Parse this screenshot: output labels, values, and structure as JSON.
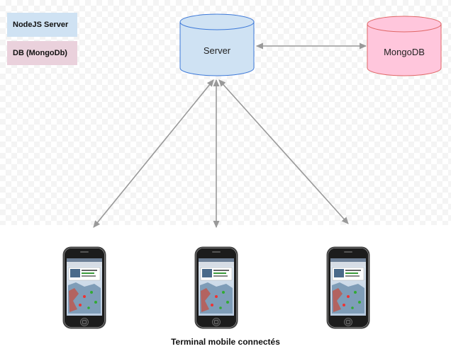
{
  "legend": {
    "items": [
      {
        "label": "NodeJS Server",
        "color": "#cfe2f3"
      },
      {
        "label": "DB (MongoDb)",
        "color": "#ead1dc"
      }
    ]
  },
  "nodes": {
    "server": {
      "label": "Server",
      "fill": "#cfe2f3",
      "stroke": "#3c78d8"
    },
    "mongodb": {
      "label": "MongoDB",
      "fill": "#ffc6dc",
      "stroke": "#e06666"
    }
  },
  "connector_color": "#999999",
  "caption": "Terminal mobile connectés",
  "phones": [
    {
      "id": "phone-left"
    },
    {
      "id": "phone-center"
    },
    {
      "id": "phone-right"
    }
  ]
}
